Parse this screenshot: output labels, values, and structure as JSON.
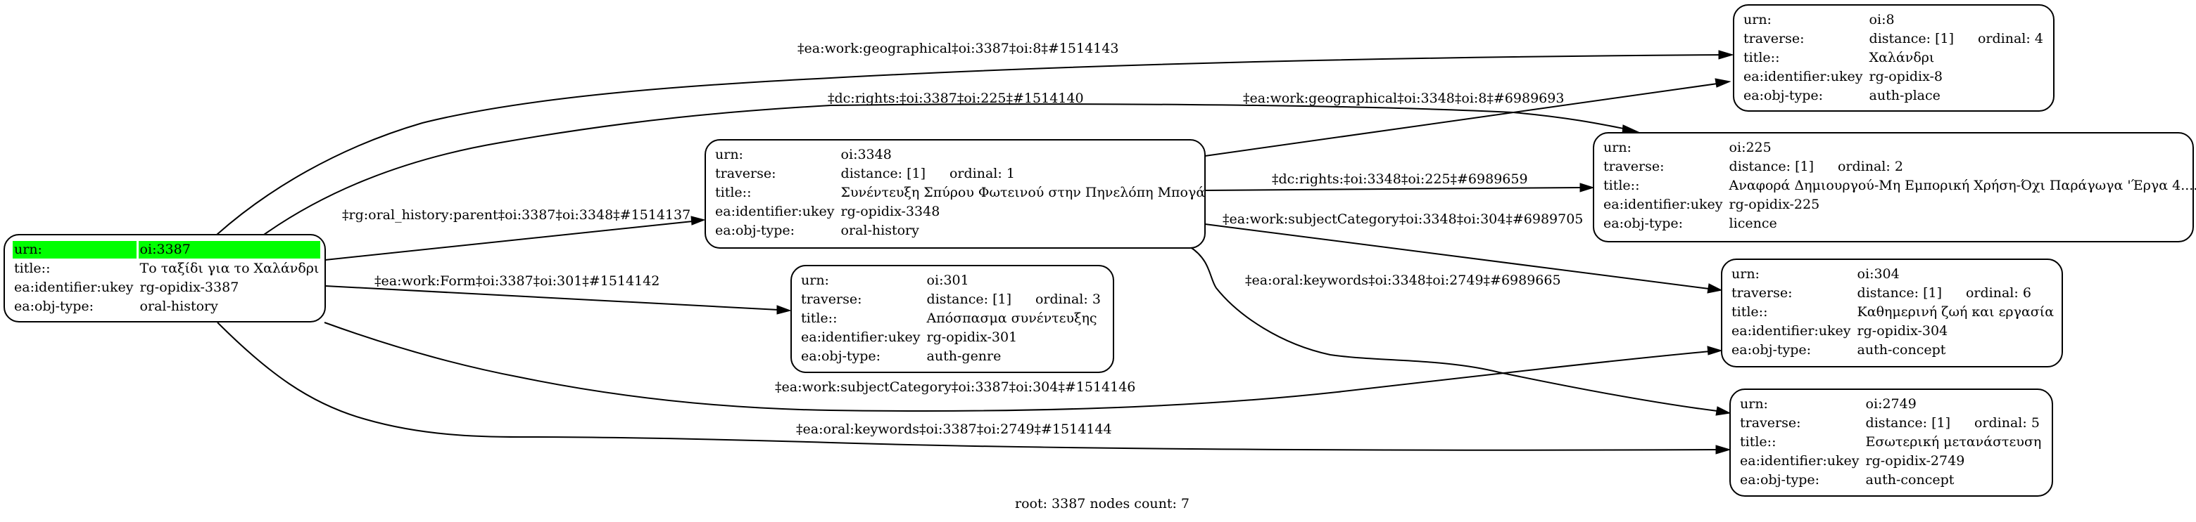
{
  "graph": {
    "root_id": "3387",
    "footer": "root: 3387 nodes count: 7",
    "highlight_color": "#00ff00",
    "row_labels": {
      "urn": "urn:",
      "traverse": "traverse:",
      "title": "title::",
      "ukey": "ea:identifier:ukey",
      "objtype": "ea:obj-type:"
    },
    "nodes": {
      "n3387": {
        "urn": "oi:3387",
        "title": "Το ταξίδι για το Χαλάνδρι",
        "ukey": "rg-opidix-3387",
        "objtype": "oral-history",
        "is_root": true
      },
      "n3348": {
        "urn": "oi:3348",
        "distance": "distance: [1]",
        "ordinal": "ordinal: 1",
        "title": "Συνέντευξη Σπύρου Φωτεινού στην Πηνελόπη Μπογά",
        "ukey": "rg-opidix-3348",
        "objtype": "oral-history"
      },
      "n301": {
        "urn": "oi:301",
        "distance": "distance: [1]",
        "ordinal": "ordinal: 3",
        "title": "Απόσπασμα συνέντευξης",
        "ukey": "rg-opidix-301",
        "objtype": "auth-genre"
      },
      "n8": {
        "urn": "oi:8",
        "distance": "distance: [1]",
        "ordinal": "ordinal: 4",
        "title": "Χαλάνδρι",
        "ukey": "rg-opidix-8",
        "objtype": "auth-place"
      },
      "n225": {
        "urn": "oi:225",
        "distance": "distance: [1]",
        "ordinal": "ordinal: 2",
        "title": "Αναφορά Δημιουργού-Μη Εμπορική Χρήση-Όχι Παράγωγα 'Έργα 4....",
        "ukey": "rg-opidix-225",
        "objtype": "licence"
      },
      "n304": {
        "urn": "oi:304",
        "distance": "distance: [1]",
        "ordinal": "ordinal: 6",
        "title": "Καθημερινή ζωή και εργασία",
        "ukey": "rg-opidix-304",
        "objtype": "auth-concept"
      },
      "n2749": {
        "urn": "oi:2749",
        "distance": "distance: [1]",
        "ordinal": "ordinal: 5",
        "title": "Εσωτερική μετανάστευση",
        "ukey": "rg-opidix-2749",
        "objtype": "auth-concept"
      }
    },
    "edges": {
      "e3387_8": {
        "from": "oi:3387",
        "to": "oi:8",
        "label": "‡ea:work:geographical‡oi:3387‡oi:8‡#1514143"
      },
      "e3387_225": {
        "from": "oi:3387",
        "to": "oi:225",
        "label": "‡dc:rights:‡oi:3387‡oi:225‡#1514140"
      },
      "e3387_3348": {
        "from": "oi:3387",
        "to": "oi:3348",
        "label": "‡rg:oral_history:parent‡oi:3387‡oi:3348‡#1514137"
      },
      "e3387_301": {
        "from": "oi:3387",
        "to": "oi:301",
        "label": "‡ea:work:Form‡oi:3387‡oi:301‡#1514142"
      },
      "e3387_304": {
        "from": "oi:3387",
        "to": "oi:304",
        "label": "‡ea:work:subjectCategory‡oi:3387‡oi:304‡#1514146"
      },
      "e3387_2749": {
        "from": "oi:3387",
        "to": "oi:2749",
        "label": "‡ea:oral:keywords‡oi:3387‡oi:2749‡#1514144"
      },
      "e3348_8": {
        "from": "oi:3348",
        "to": "oi:8",
        "label": "‡ea:work:geographical‡oi:3348‡oi:8‡#6989693"
      },
      "e3348_225": {
        "from": "oi:3348",
        "to": "oi:225",
        "label": "‡dc:rights:‡oi:3348‡oi:225‡#6989659"
      },
      "e3348_304": {
        "from": "oi:3348",
        "to": "oi:304",
        "label": "‡ea:work:subjectCategory‡oi:3348‡oi:304‡#6989705"
      },
      "e3348_2749": {
        "from": "oi:3348",
        "to": "oi:2749",
        "label": "‡ea:oral:keywords‡oi:3348‡oi:2749‡#6989665"
      }
    }
  }
}
